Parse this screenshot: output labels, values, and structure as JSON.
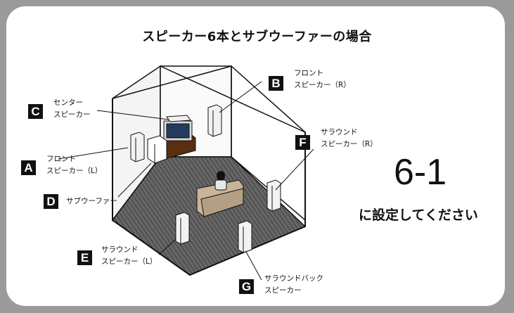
{
  "title": "スピーカー6本とサブウーファーの場合",
  "speakers": [
    {
      "letter": "A",
      "line1": "フロント",
      "line2": "スピーカー（L）"
    },
    {
      "letter": "B",
      "line1": "フロント",
      "line2": "スピーカー（R）"
    },
    {
      "letter": "C",
      "line1": "センター",
      "line2": "スピーカー"
    },
    {
      "letter": "D",
      "line1": "サブウーファー",
      "line2": ""
    },
    {
      "letter": "E",
      "line1": "サラウンド",
      "line2": "スピーカー（L）"
    },
    {
      "letter": "F",
      "line1": "サラウンド",
      "line2": "スピーカー（R）"
    },
    {
      "letter": "G",
      "line1": "サラウンドバック",
      "line2": "スピーカー"
    }
  ],
  "setting": {
    "value": "6-1",
    "caption": "に設定してください"
  },
  "colors": {
    "frame": "#9a9a9a",
    "floor": "#555555",
    "tv_screen": "#243a5e",
    "cabinet": "#5a2e12",
    "sofa": "#c7b49a"
  }
}
